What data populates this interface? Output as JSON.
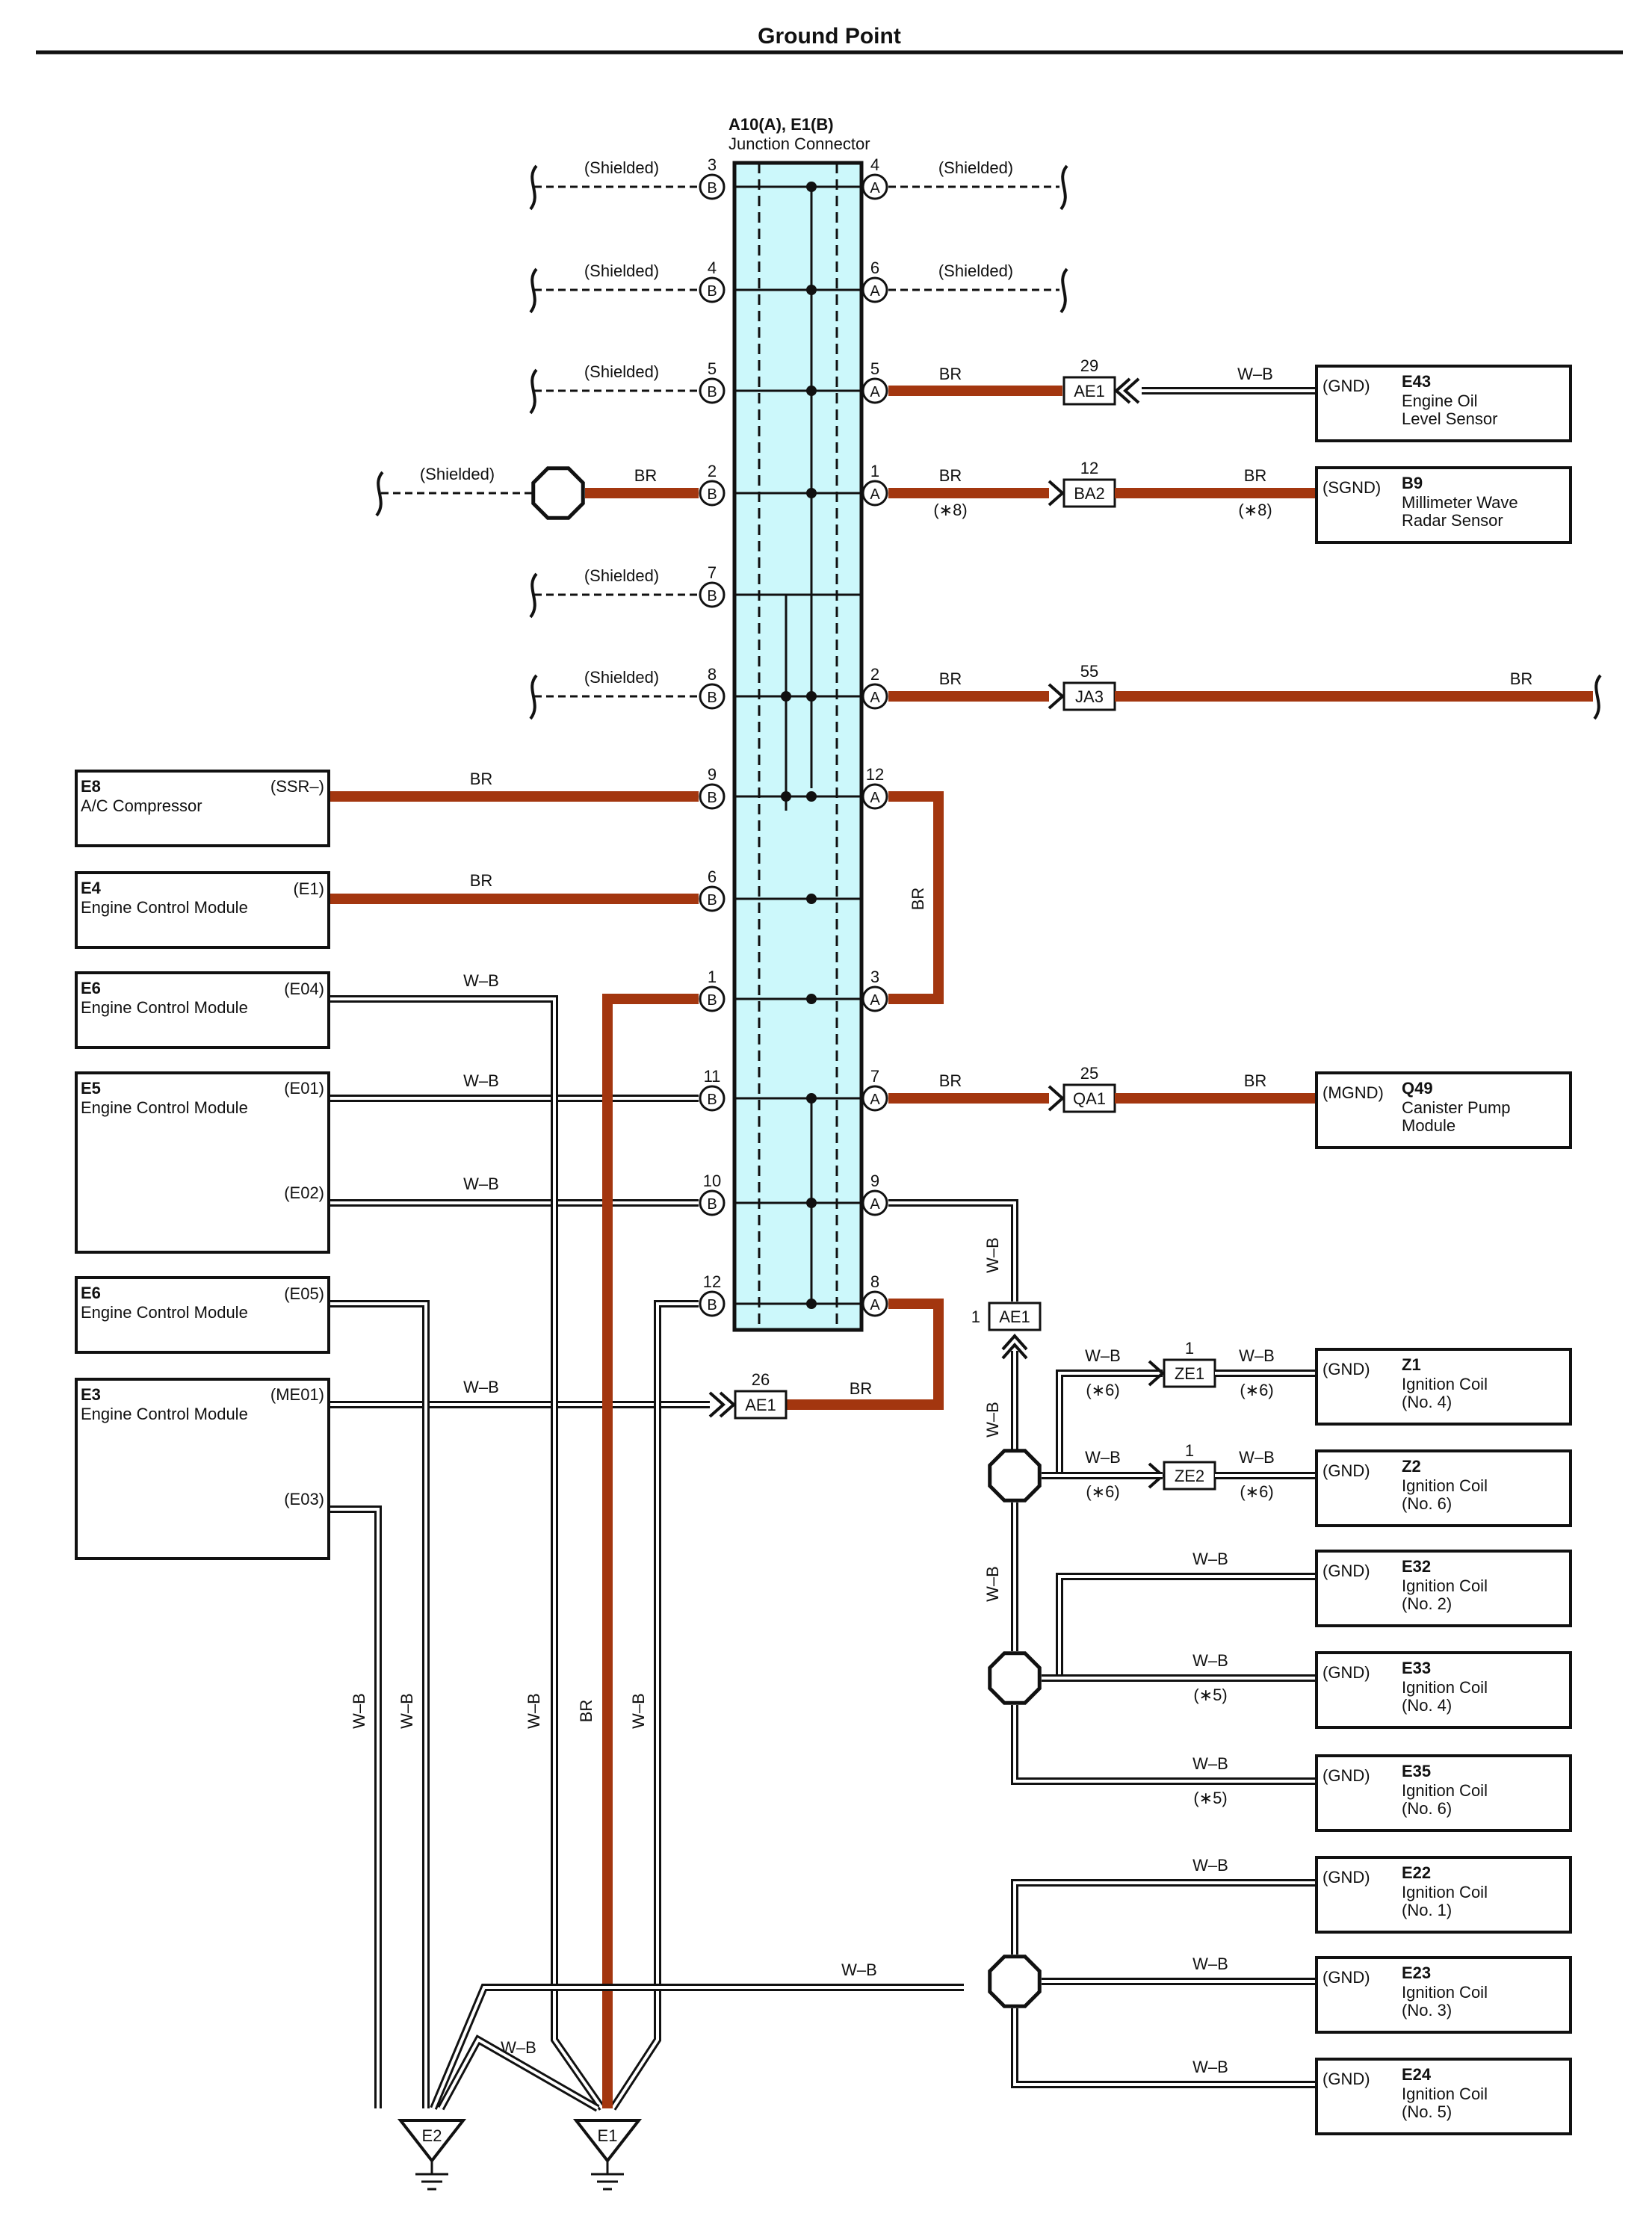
{
  "title": "Ground Point",
  "colors": {
    "br_wire": "#a3360f",
    "wb_wire": "#111111",
    "junction_fill": "#ccf8fb"
  },
  "junction_connector": {
    "code": "A10(A), E1(B)",
    "name": "Junction Connector"
  },
  "left_pins": [
    {
      "num": "3",
      "side": "B"
    },
    {
      "num": "4",
      "side": "B"
    },
    {
      "num": "5",
      "side": "B"
    },
    {
      "num": "2",
      "side": "B"
    },
    {
      "num": "7",
      "side": "B"
    },
    {
      "num": "8",
      "side": "B"
    },
    {
      "num": "9",
      "side": "B"
    },
    {
      "num": "6",
      "side": "B"
    },
    {
      "num": "1",
      "side": "B"
    },
    {
      "num": "11",
      "side": "B"
    },
    {
      "num": "10",
      "side": "B"
    },
    {
      "num": "12",
      "side": "B"
    }
  ],
  "right_pins": [
    {
      "num": "4",
      "side": "A"
    },
    {
      "num": "6",
      "side": "A"
    },
    {
      "num": "5",
      "side": "A"
    },
    {
      "num": "1",
      "side": "A"
    },
    {
      "num": "2",
      "side": "A"
    },
    {
      "num": "12",
      "side": "A"
    },
    {
      "num": "3",
      "side": "A"
    },
    {
      "num": "7",
      "side": "A"
    },
    {
      "num": "9",
      "side": "A"
    },
    {
      "num": "8",
      "side": "A"
    }
  ],
  "labels": {
    "shielded": "(Shielded)",
    "br": "BR",
    "wb": "W–B",
    "note8": "(∗8)",
    "note6": "(∗6)",
    "note5": "(∗5)"
  },
  "inline_connectors": [
    {
      "code": "AE1",
      "pin": "29"
    },
    {
      "code": "BA2",
      "pin": "12"
    },
    {
      "code": "JA3",
      "pin": "55"
    },
    {
      "code": "QA1",
      "pin": "25"
    },
    {
      "code": "AE1",
      "pin": "1"
    },
    {
      "code": "AE1",
      "pin": "26"
    },
    {
      "code": "ZE1",
      "pin": "1"
    },
    {
      "code": "ZE2",
      "pin": "1"
    }
  ],
  "left_components": [
    {
      "code": "E8",
      "name": "A/C Compressor",
      "terminals": [
        "(SSR–)"
      ]
    },
    {
      "code": "E4",
      "name": "Engine Control Module",
      "terminals": [
        "(E1)"
      ]
    },
    {
      "code": "E6",
      "name": "Engine Control Module",
      "terminals": [
        "(E04)"
      ]
    },
    {
      "code": "E5",
      "name": "Engine Control Module",
      "terminals": [
        "(E01)",
        "(E02)"
      ]
    },
    {
      "code": "E6",
      "name": "Engine Control Module",
      "terminals": [
        "(E05)"
      ]
    },
    {
      "code": "E3",
      "name": "Engine Control Module",
      "terminals": [
        "(ME01)",
        "(E03)"
      ]
    }
  ],
  "right_components": [
    {
      "code": "E43",
      "term": "(GND)",
      "line1": "Engine Oil",
      "line2": "Level Sensor"
    },
    {
      "code": "B9",
      "term": "(SGND)",
      "line1": "Millimeter Wave",
      "line2": "Radar Sensor"
    },
    {
      "code": "Q49",
      "term": "(MGND)",
      "line1": "Canister Pump",
      "line2": "Module"
    },
    {
      "code": "Z1",
      "term": "(GND)",
      "line1": "Ignition Coil",
      "line2": "(No. 4)"
    },
    {
      "code": "Z2",
      "term": "(GND)",
      "line1": "Ignition Coil",
      "line2": "(No. 6)"
    },
    {
      "code": "E32",
      "term": "(GND)",
      "line1": "Ignition Coil",
      "line2": "(No. 2)"
    },
    {
      "code": "E33",
      "term": "(GND)",
      "line1": "Ignition Coil",
      "line2": "(No. 4)"
    },
    {
      "code": "E35",
      "term": "(GND)",
      "line1": "Ignition Coil",
      "line2": "(No. 6)"
    },
    {
      "code": "E22",
      "term": "(GND)",
      "line1": "Ignition Coil",
      "line2": "(No. 1)"
    },
    {
      "code": "E23",
      "term": "(GND)",
      "line1": "Ignition Coil",
      "line2": "(No. 3)"
    },
    {
      "code": "E24",
      "term": "(GND)",
      "line1": "Ignition Coil",
      "line2": "(No. 5)"
    }
  ],
  "grounds": [
    {
      "code": "E2"
    },
    {
      "code": "E1"
    }
  ]
}
